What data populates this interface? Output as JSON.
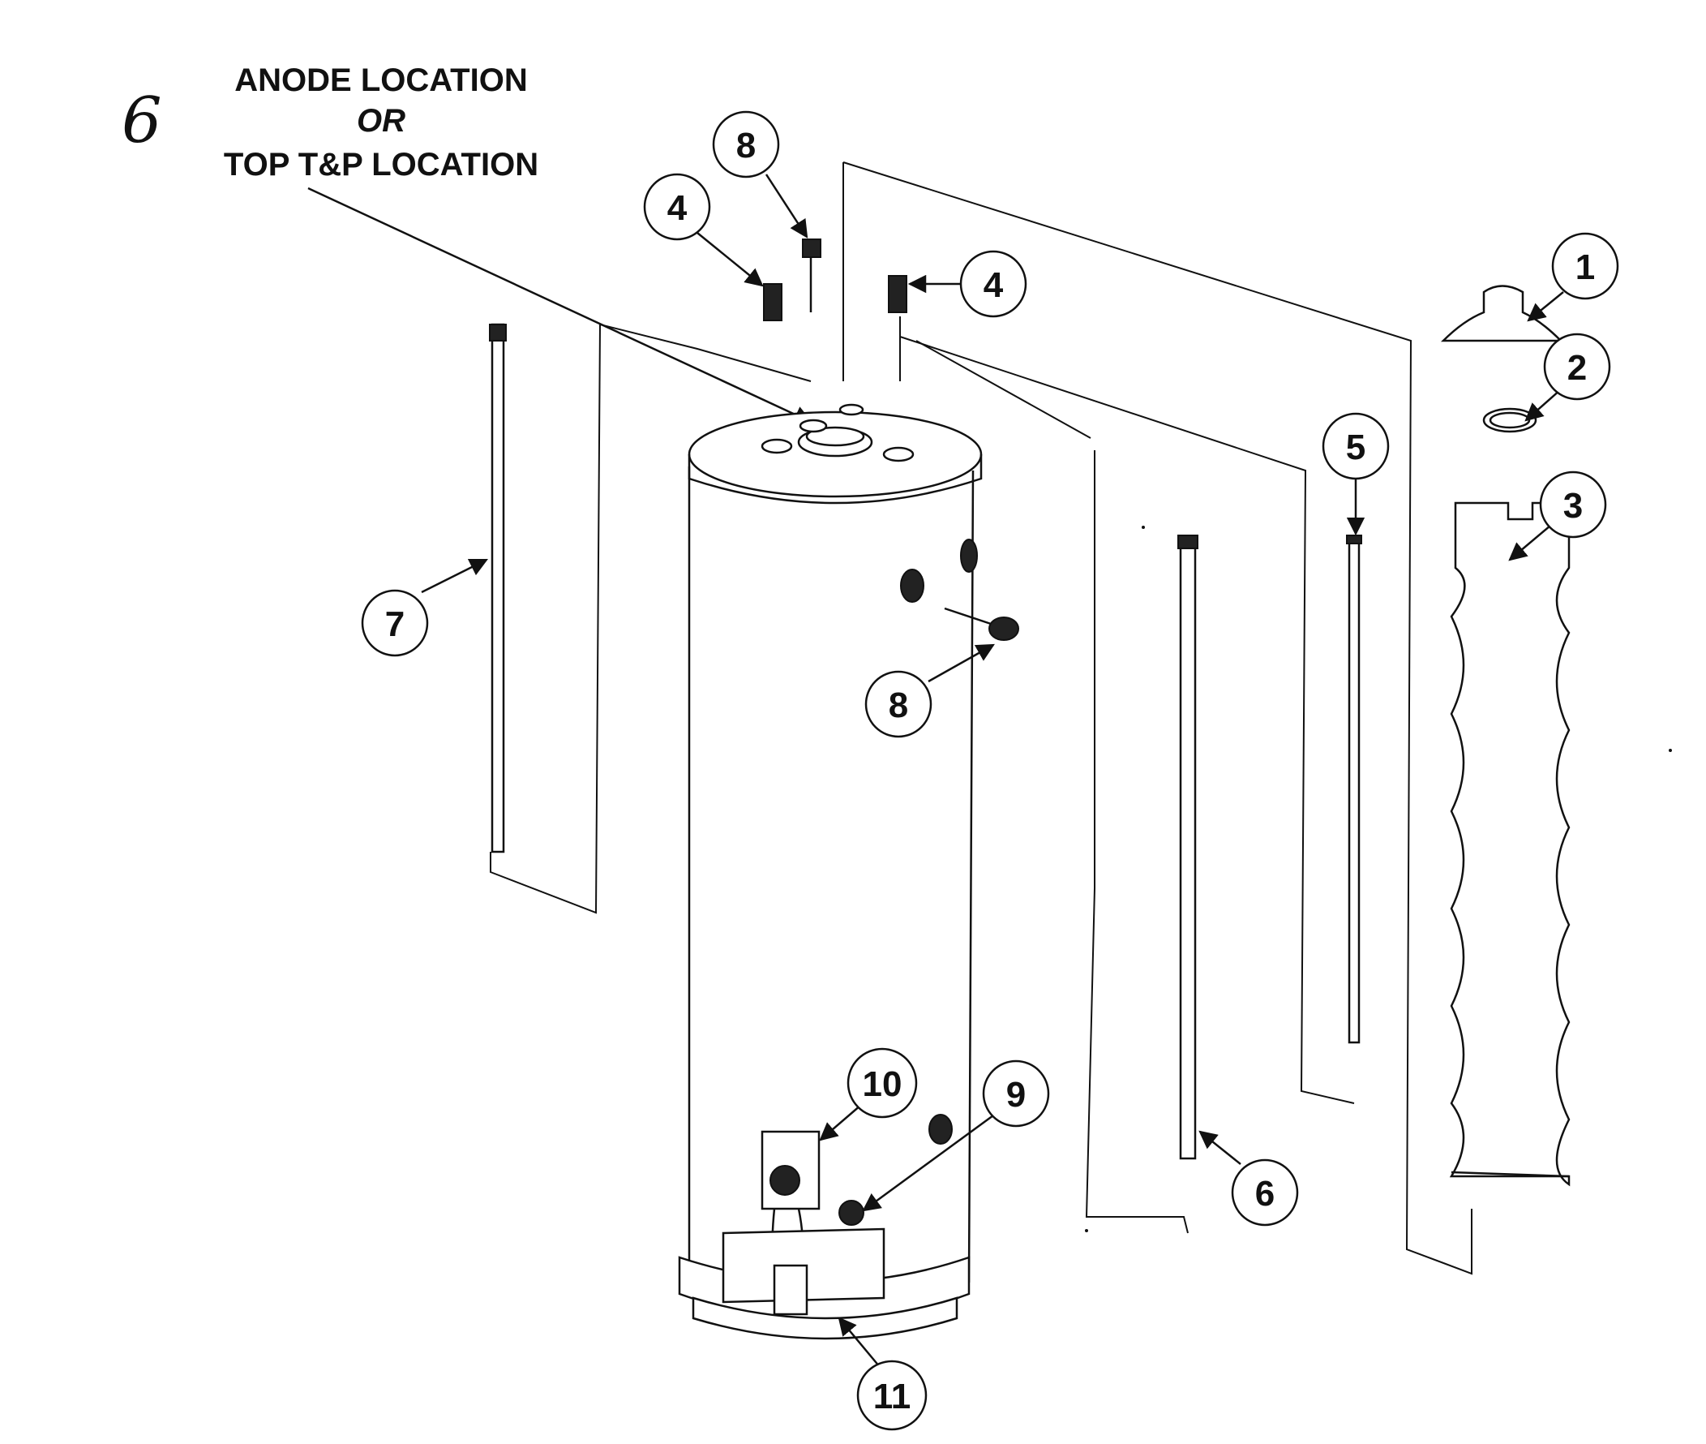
{
  "note": {
    "callout": "6",
    "line1": "ANODE LOCATION",
    "line2": "OR",
    "line3": "TOP T&P LOCATION"
  },
  "callouts": {
    "c1": "1",
    "c2": "2",
    "c3": "3",
    "c4a": "4",
    "c4b": "4",
    "c5": "5",
    "c6": "6",
    "c7": "7",
    "c8a": "8",
    "c8b": "8",
    "c9": "9",
    "c10": "10",
    "c11": "11"
  }
}
